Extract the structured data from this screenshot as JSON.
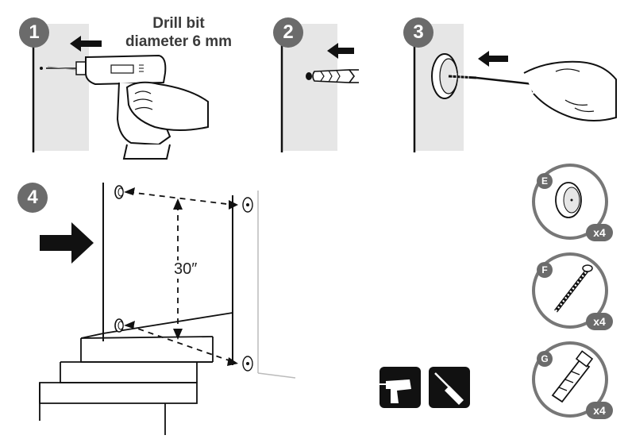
{
  "steps": [
    {
      "number": "1"
    },
    {
      "number": "2"
    },
    {
      "number": "3"
    },
    {
      "number": "4"
    }
  ],
  "drill_bit": {
    "line1": "Drill bit",
    "line2": "diameter 6 mm"
  },
  "spacing_label": "30″",
  "parts": [
    {
      "letter": "E",
      "count": "x4",
      "icon": "wall-plate-icon"
    },
    {
      "letter": "F",
      "count": "x4",
      "icon": "screw-icon"
    },
    {
      "letter": "G",
      "count": "x4",
      "icon": "wall-anchor-icon"
    }
  ],
  "tools": [
    {
      "icon": "power-drill-icon"
    },
    {
      "icon": "screwdriver-icon"
    }
  ],
  "colors": {
    "badge": "#6b6b6b",
    "wall": "#e6e6e6",
    "line": "#111111",
    "tool_bg": "#111111"
  }
}
